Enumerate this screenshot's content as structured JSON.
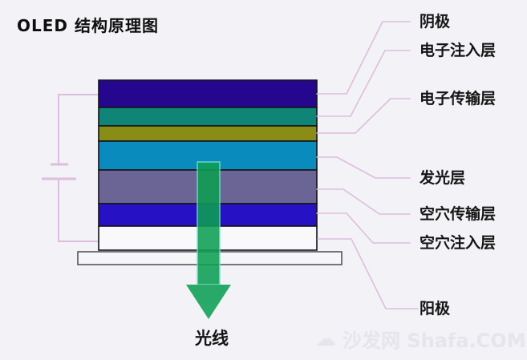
{
  "title": "OLED 结构原理图",
  "background_color": "#f3f2f6",
  "wire_color": "#dcbede",
  "outline_color": "#15131a",
  "substrate_color": "#f6f5f8",
  "layers": [
    {
      "label": "阴极",
      "color": "#25068f"
    },
    {
      "label": "电子注入层",
      "color": "#0f8578"
    },
    {
      "label": "电子传输层",
      "color": "#8a8d15"
    },
    {
      "label": "发光层",
      "color": "#0a8bbd"
    },
    {
      "label": "空穴传输层",
      "color": "#6b6596"
    },
    {
      "label": "空穴注入层",
      "color": "#2612c4"
    },
    {
      "label": "阳极",
      "color": "#f9f8fb"
    }
  ],
  "arrow": {
    "label": "光线",
    "color": "#0e9f54"
  },
  "watermark": {
    "icon": "cloud-icon",
    "text": "沙发网 Shafa.COM"
  }
}
